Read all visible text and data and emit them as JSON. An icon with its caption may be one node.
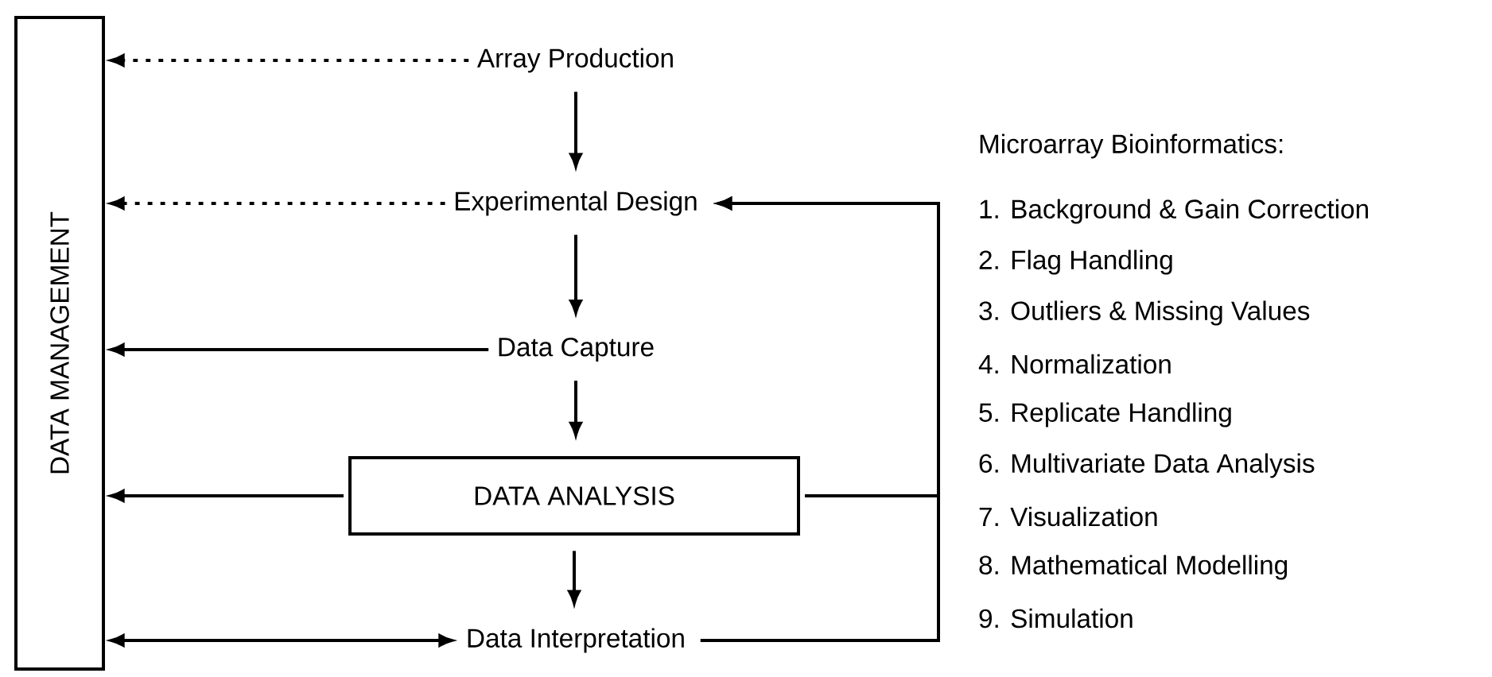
{
  "diagram": {
    "nodes": [
      {
        "text": [
          "DATA MANAGEMENT"
        ]
      },
      {
        "text": [
          "Array Production"
        ]
      },
      {
        "text": [
          "Experimental Design"
        ]
      },
      {
        "text": [
          "Data Capture"
        ]
      },
      {
        "text": [
          "DATA ANALYSIS"
        ]
      },
      {
        "text": [
          "Data Interpretation"
        ]
      }
    ],
    "edges": [
      {
        "from": 1,
        "to": 0,
        "arrow": "to",
        "style": "dashed"
      },
      {
        "from": 2,
        "to": 0,
        "arrow": "to",
        "style": "dashed"
      },
      {
        "from": 3,
        "to": 0,
        "arrow": "to"
      },
      {
        "from": 4,
        "to": 0,
        "arrow": "to"
      },
      {
        "from": 5,
        "to": 0,
        "arrow": "both"
      },
      {
        "from": 1,
        "to": 2,
        "arrow": "to"
      },
      {
        "from": 2,
        "to": 3,
        "arrow": "to"
      },
      {
        "from": 3,
        "to": 4,
        "arrow": "to"
      },
      {
        "from": 4,
        "to": 5,
        "arrow": "to"
      },
      {
        "from": 4,
        "to": 2,
        "arrow": "to"
      },
      {
        "from": 5,
        "to": 2,
        "arrow": "to"
      }
    ],
    "labels": [
      "Microarray Bioinformatics:",
      "1. Background & Gain Correction",
      "2. Flag Handling",
      "3. Outliers & Missing Values",
      "4. Normalization",
      "5. Replicate Handling",
      "6. Multivariate Data Analysis",
      "7. Visualization",
      "8. Mathematical Modelling",
      "9. Simulation"
    ]
  }
}
